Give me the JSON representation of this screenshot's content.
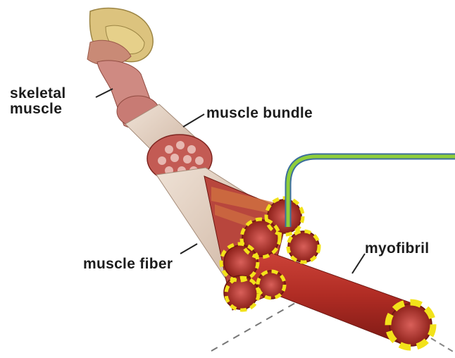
{
  "labels": {
    "skeletal_muscle": "skeletal muscle",
    "muscle_bundle": "muscle bundle",
    "muscle_fiber": "muscle fiber",
    "myofibril": "myofibril"
  },
  "colors": {
    "muscle_red": "#b5322a",
    "highlight_yellow": "#f2e21a",
    "callout_green": "#8fce3a",
    "callout_outline": "#3b6e9c",
    "sheath_tan": "#d8c2b0"
  }
}
